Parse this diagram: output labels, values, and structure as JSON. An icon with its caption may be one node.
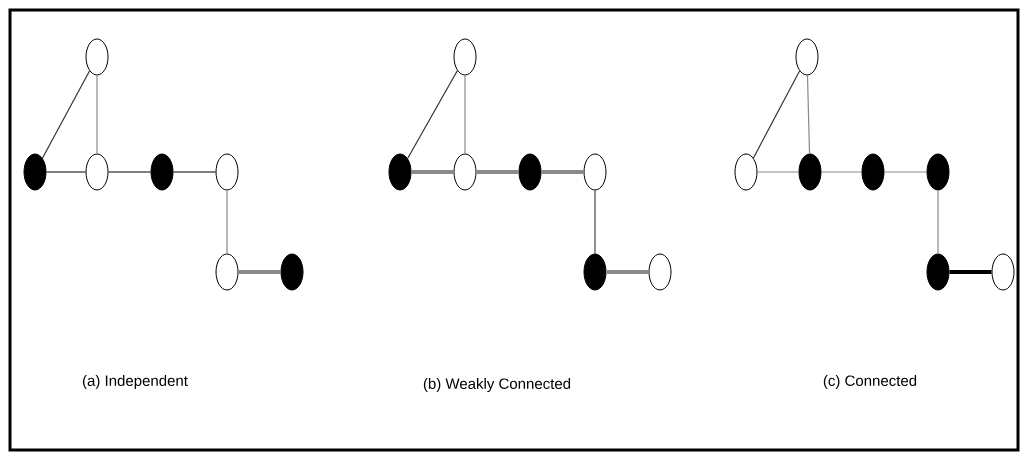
{
  "diagram": {
    "nodes": [
      {
        "text": [],
        "shape": "circle"
      },
      {
        "text": [],
        "shape": "dot"
      },
      {
        "text": [],
        "shape": "circle"
      },
      {
        "text": [],
        "shape": "dot"
      },
      {
        "text": [],
        "shape": "circle"
      },
      {
        "text": [],
        "shape": "circle"
      },
      {
        "text": [],
        "shape": "dot"
      },
      {
        "text": [],
        "shape": "circle"
      },
      {
        "text": [],
        "shape": "dot"
      },
      {
        "text": [],
        "shape": "circle"
      },
      {
        "text": [],
        "shape": "dot"
      },
      {
        "text": [],
        "shape": "circle"
      },
      {
        "text": [],
        "shape": "dot"
      },
      {
        "text": [],
        "shape": "circle"
      },
      {
        "text": [],
        "shape": "circle"
      },
      {
        "text": [],
        "shape": "circle"
      },
      {
        "text": [],
        "shape": "dot"
      },
      {
        "text": [],
        "shape": "dot"
      },
      {
        "text": [],
        "shape": "dot"
      },
      {
        "text": [],
        "shape": "dot"
      },
      {
        "text": [],
        "shape": "circle"
      }
    ],
    "edges": [
      {
        "from": 1,
        "to": 0,
        "arrow": "none",
        "color": "#333333"
      },
      {
        "from": 2,
        "to": 0,
        "arrow": "none"
      },
      {
        "from": 1,
        "to": 2,
        "arrow": "none",
        "color": "#000000"
      },
      {
        "from": 2,
        "to": 3,
        "arrow": "none",
        "color": "#000000"
      },
      {
        "from": 3,
        "to": 4,
        "arrow": "none",
        "color": "#000000"
      },
      {
        "from": 4,
        "to": 5,
        "arrow": "none"
      },
      {
        "from": 5,
        "to": 6,
        "arrow": "none",
        "style": "thick"
      },
      {
        "from": 8,
        "to": 7,
        "arrow": "none",
        "color": "#333333"
      },
      {
        "from": 9,
        "to": 7,
        "arrow": "none"
      },
      {
        "from": 8,
        "to": 9,
        "arrow": "none",
        "style": "thick"
      },
      {
        "from": 9,
        "to": 10,
        "arrow": "none",
        "style": "thick"
      },
      {
        "from": 10,
        "to": 11,
        "arrow": "none",
        "style": "thick"
      },
      {
        "from": 11,
        "to": 12,
        "arrow": "none",
        "color": "#444444"
      },
      {
        "from": 12,
        "to": 13,
        "arrow": "none",
        "style": "thick"
      },
      {
        "from": 15,
        "to": 14,
        "arrow": "none",
        "color": "#333333"
      },
      {
        "from": 16,
        "to": 14,
        "arrow": "none"
      },
      {
        "from": 15,
        "to": 16,
        "arrow": "none"
      },
      {
        "from": 16,
        "to": 17,
        "arrow": "none"
      },
      {
        "from": 17,
        "to": 18,
        "arrow": "none"
      },
      {
        "from": 18,
        "to": 19,
        "arrow": "none"
      },
      {
        "from": 19,
        "to": 20,
        "arrow": "none",
        "style": "thick",
        "color": "#000000"
      }
    ],
    "labels": [
      "(a) Independent",
      "(b) Weakly Connected",
      "(c) Connected"
    ]
  }
}
